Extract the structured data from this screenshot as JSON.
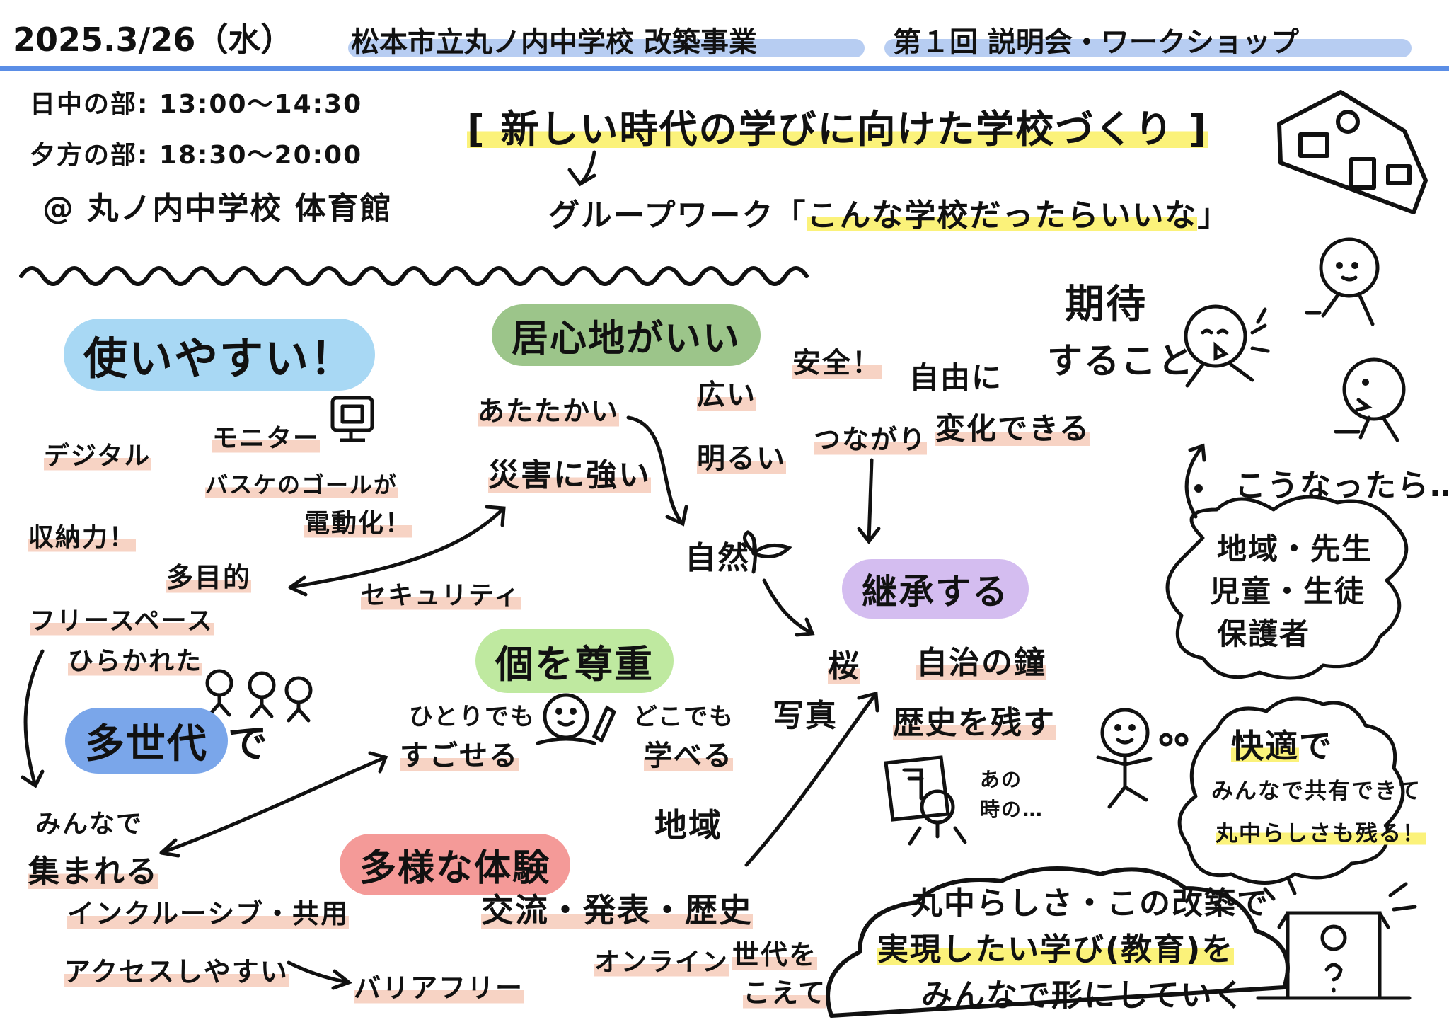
{
  "header": {
    "date": "2025.3/26（水）",
    "title_part1": "松本市立丸ノ内中学校 改築事業",
    "title_part2": "第１回 説明会・ワークショップ"
  },
  "schedule": {
    "daytime": "日中の部: 13:00〜14:30",
    "evening": "夕方の部: 18:30〜20:00",
    "venue": "@ 丸ノ内中学校 体育館"
  },
  "theme": {
    "main": "[ 新しい時代の学びに向けた学校づくり ]",
    "group_work_prefix": "グループワーク「",
    "group_work_topic": "こんな学校だったらいいな",
    "group_work_suffix": "」"
  },
  "colors": {
    "rule": "#5b8ee6",
    "blue_bubble": "#a8d8f4",
    "green_bubble": "#9cc58a",
    "purple_bubble": "#d4bdf0",
    "lime_bubble": "#bfe9a0",
    "cobalt_bubble": "#7aa6ea",
    "pink_bubble": "#f49a98",
    "yellow_marker": "#fbf27a",
    "peach_marker": "#f7d3c4"
  },
  "bubbles": {
    "easy_to_use": "使いやすい！",
    "comfortable": "居心地がいい",
    "inherit": "継承する",
    "respect_individual": "個を尊重",
    "multi_generation": "多世代",
    "multi_generation_suffix": "で",
    "diverse_experience": "多様な体験"
  },
  "words": {
    "digital": "デジタル",
    "monitor": "モニター",
    "basket": "バスケのゴールが",
    "electric": "電動化！",
    "storage": "収納力！",
    "multipurpose": "多目的",
    "security": "セキュリティ",
    "freespace": "フリースペース",
    "open": "ひらかれた",
    "together": "みんなで",
    "gather": "集まれる",
    "inclusive": "インクルーシブ・共用",
    "accessible": "アクセスしやすい",
    "barrierfree": "バリアフリー",
    "warm": "あたたかい",
    "disaster": "災害に強い",
    "wide": "広い",
    "bright": "明るい",
    "safe": "安全！",
    "connection": "つながり",
    "free": "自由に",
    "changeable": "変化できる",
    "nature": "自然",
    "sakura": "桜",
    "bell": "自治の鐘",
    "photo": "写真",
    "history": "歴史を残す",
    "alone1": "ひとりでも",
    "alone2": "すごせる",
    "anywhere1": "どこでも",
    "anywhere2": "学べる",
    "region": "地域",
    "exchange": "交流・発表・歴史",
    "online": "オンライン",
    "beyond1": "世代を",
    "beyond2": "こえて",
    "ano": "あの",
    "ano2": "時の…"
  },
  "expectations": {
    "title1": "期待",
    "title2": "すること",
    "if": "こうなったら…",
    "people1": "地域・先生",
    "people2": "児童・生徒",
    "people3": "保護者"
  },
  "comfort_cloud": {
    "kaiteki": "快適",
    "de": "で",
    "line2": "みんなで共有できて",
    "line3": "丸中らしさも残る！"
  },
  "bottom_cloud": {
    "line1": "丸中らしさ・この改築で",
    "line2": "実現したい学び(教育)を",
    "line3": "みんなで形にしていく"
  }
}
